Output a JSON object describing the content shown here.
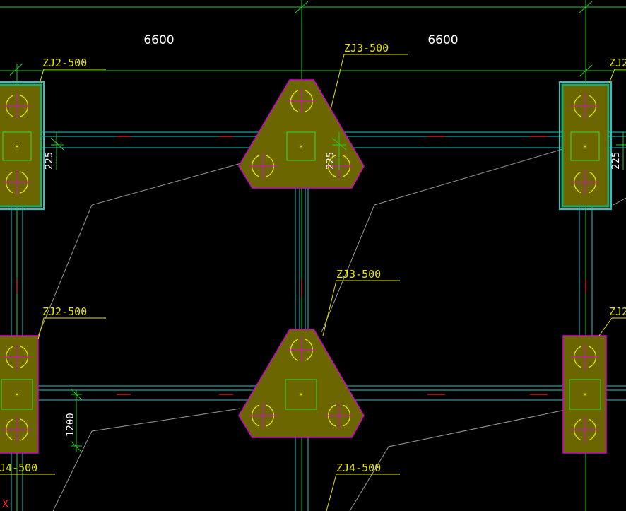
{
  "colors": {
    "background": "#000000",
    "pile_cap_fill": "#6b6600",
    "pile_cap_outline": "#d400d4",
    "grid_line": "#22cc22",
    "beam_line": "#20c8c8",
    "leader_line": "#e6e600",
    "guide_line": "#9a9a9a",
    "column_box": "#33dd33",
    "pile_mark_arc": "#e6e600",
    "pile_mark_cross": "#e600e6",
    "axis_marker": "#ff2a2a"
  },
  "dimensions": {
    "span_left": "6600",
    "span_right": "6600",
    "offset_left": "225",
    "offset_center": "225",
    "offset_right": "225",
    "vertical": "1200"
  },
  "tags": {
    "top_left": "ZJ2-500",
    "top_center": "ZJ3-500",
    "top_right": "ZJ2",
    "mid_left": "ZJ2-500",
    "mid_center": "ZJ3-500",
    "mid_right": "ZJ2",
    "bottom_left": "J4-500",
    "bottom_center": "ZJ4-500"
  },
  "axis_marker": "X"
}
